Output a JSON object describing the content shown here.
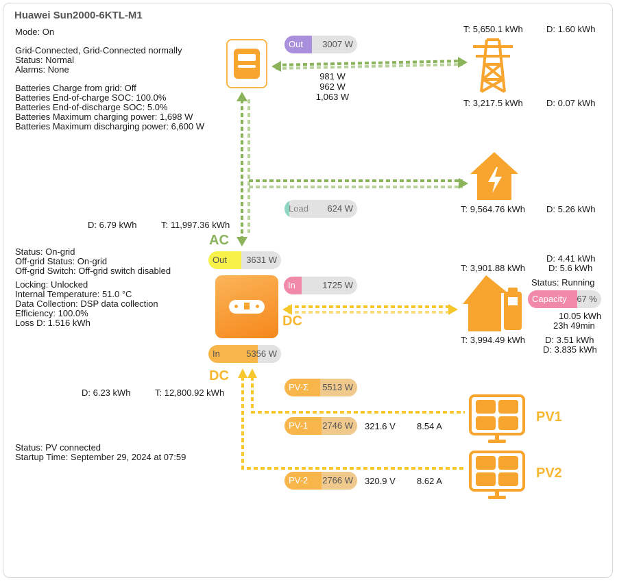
{
  "title": "Huawei Sun2000-6KTL-M1",
  "inverter": {
    "mode": "Mode: On",
    "grid_state": "Grid-Connected, Grid-Connected normally",
    "status": "Status: Normal",
    "alarms": "Alarms: None",
    "charge_from_grid": "Batteries Charge from grid: Off",
    "end_charge": "Batteries End-of-charge SOC: 100.0%",
    "end_discharge": "Batteries End-of-discharge SOC: 5.0%",
    "max_charge": "Batteries Maximum charging power: 1,698 W",
    "max_discharge": "Batteries Maximum discharging power: 6,600 W"
  },
  "grid": {
    "pill_label": "Out",
    "pill_value": "3007 W",
    "phase1": "981 W",
    "phase2": "962 W",
    "phase3": "1,063 W",
    "total_export": "T: 5,650.1 kWh",
    "daily_export": "D: 1.60 kWh",
    "total_import": "T: 3,217.5 kWh",
    "daily_import": "D: 0.07 kWh",
    "pill_color": "#a98fdc"
  },
  "load": {
    "pill_label": "Load",
    "pill_value": "624 W",
    "total": "T: 9,564.76 kWh",
    "daily": "D: 5.26 kWh",
    "pill_color": "#8fd6c4"
  },
  "ac": {
    "label": "AC",
    "daily": "D: 6.79 kWh",
    "total": "T: 11,997.36 kWh",
    "out_label": "Out",
    "out_value": "3631 W",
    "color": "#8ab35b"
  },
  "inverter_status": {
    "status": "Status: On-grid",
    "offgrid_status": "Off-grid Status: On-grid",
    "offgrid_switch": "Off-grid Switch: Off-grid switch disabled",
    "locking": "Locking: Unlocked",
    "temperature": "Internal Temperature: 51.0 °C",
    "data_collection": "Data Collection: DSP data collection",
    "efficiency": "Efficiency: 100.0%",
    "loss": "Loss D: 1.516 kWh"
  },
  "battery": {
    "in_label": "In",
    "in_value": "1725 W",
    "total_charge": "T: 3,901.88 kWh",
    "daily_charge_a": "D: 4.41 kWh",
    "daily_charge_b": "D: 5.6 kWh",
    "status": "Status: Running",
    "capacity_label": "Capacity",
    "capacity_value": "67 %",
    "capacity_fraction": 0.67,
    "energy": "10.05 kWh",
    "time_left": "23h 49min",
    "total_discharge": "T: 3,994.49 kWh",
    "daily_discharge_a": "D: 3.51 kWh",
    "daily_discharge_b": "D: 3.835 kWh",
    "in_color": "#f08aa8",
    "capacity_color": "#f08aa8"
  },
  "dc": {
    "label_right": "DC",
    "label_bottom": "DC",
    "in_label": "In",
    "in_value": "5356 W",
    "daily": "D: 6.23 kWh",
    "total": "T: 12,800.92 kWh",
    "color": "#f7b731"
  },
  "pv": {
    "sum_label": "PV-Σ",
    "sum_value": "5513 W",
    "pv1_label": "PV-1",
    "pv1_value": "2746 W",
    "pv1_voltage": "321.6 V",
    "pv1_current": "8.54 A",
    "pv1_name": "PV1",
    "pv2_label": "PV-2",
    "pv2_value": "2766 W",
    "pv2_voltage": "320.9 V",
    "pv2_current": "8.62 A",
    "pv2_name": "PV2",
    "pill_color": "#f7b54a",
    "pv_status": "Status: PV connected",
    "startup": "Startup Time: September 29, 2024 at 07:59"
  },
  "icons": {
    "meter": "meter-icon",
    "grid": "transmission-tower-icon",
    "home": "home-lightning-icon",
    "inverter": "inverter-icon",
    "battery": "home-battery-icon",
    "solar": "solar-panel-icon"
  },
  "colors": {
    "orange": "#f7a52e",
    "green": "#8ab35b",
    "yellow": "#f7c82e"
  }
}
